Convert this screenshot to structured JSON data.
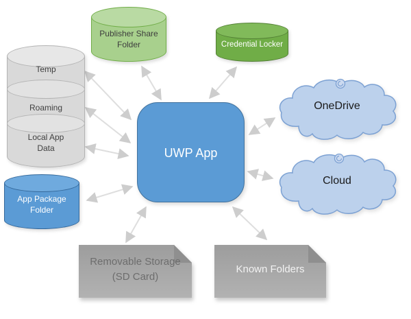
{
  "diagram": {
    "type": "uwp-app-storage-options",
    "nodes": {
      "app_data_stack": {
        "shape": "stacked-cylinder",
        "sections": [
          "Temp",
          "Roaming",
          "Local App Data"
        ]
      },
      "publisher_share_folder": {
        "shape": "cylinder",
        "label": "Publisher Share Folder"
      },
      "credential_locker": {
        "shape": "cylinder",
        "label": "Credential Locker"
      },
      "uwp_app": {
        "shape": "rounded-rectangle",
        "label": "UWP App"
      },
      "onedrive": {
        "shape": "cloud",
        "label": "OneDrive"
      },
      "cloud": {
        "shape": "cloud",
        "label": "Cloud"
      },
      "app_package_folder": {
        "shape": "cylinder",
        "label": "App Package Folder"
      },
      "removable_storage": {
        "shape": "snip-corner-rectangle",
        "label": "Removable Storage (SD Card)"
      },
      "known_folders": {
        "shape": "snip-corner-rectangle",
        "label": "Known Folders"
      }
    },
    "connections": [
      {
        "from": "uwp_app",
        "to": "temp",
        "bidirectional": true
      },
      {
        "from": "uwp_app",
        "to": "roaming",
        "bidirectional": true
      },
      {
        "from": "uwp_app",
        "to": "local_app_data",
        "bidirectional": true
      },
      {
        "from": "uwp_app",
        "to": "publisher_share_folder",
        "bidirectional": true
      },
      {
        "from": "uwp_app",
        "to": "credential_locker",
        "bidirectional": true
      },
      {
        "from": "uwp_app",
        "to": "onedrive",
        "bidirectional": true
      },
      {
        "from": "uwp_app",
        "to": "cloud",
        "bidirectional": true
      },
      {
        "from": "uwp_app",
        "to": "app_package_folder",
        "bidirectional": true
      },
      {
        "from": "uwp_app",
        "to": "removable_storage",
        "bidirectional": true
      },
      {
        "from": "uwp_app",
        "to": "known_folders",
        "bidirectional": true
      }
    ],
    "colors": {
      "uwp_blue_fill": "#5b9bd5",
      "uwp_blue_border": "#41719c",
      "light_green_fill": "#a8d08d",
      "light_green_border": "#70ad47",
      "dark_green_fill": "#70ad47",
      "dark_green_border": "#538135",
      "gray_cylinder_fill": "#d9d9d9",
      "gray_cylinder_border": "#b3b3b3",
      "cloud_fill": "#bcd1ec",
      "cloud_border": "#7ca1d3",
      "folder_gray_fill": "#a6a6a6",
      "arrow_gray": "#dedede",
      "background": "#ffffff"
    }
  }
}
